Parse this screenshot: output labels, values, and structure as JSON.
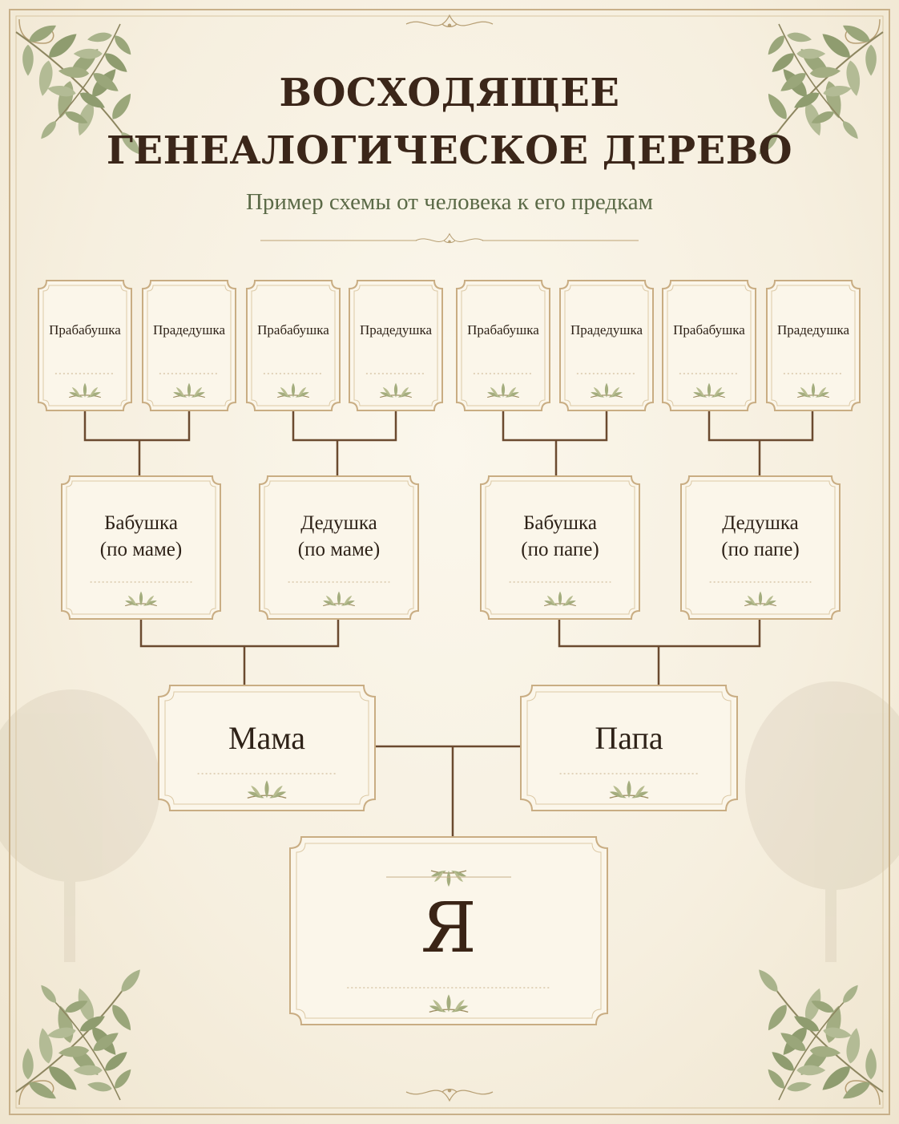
{
  "header": {
    "title_line1": "ВОСХОДЯЩЕЕ",
    "title_line2": "ГЕНЕАЛОГИЧЕСКОЕ ДЕРЕВО",
    "subtitle": "Пример схемы от человека к его предкам"
  },
  "tree": {
    "great_grandparents": [
      {
        "label": "Прабабушка"
      },
      {
        "label": "Прадедушка"
      },
      {
        "label": "Прабабушка"
      },
      {
        "label": "Прадедушка"
      },
      {
        "label": "Прабабушка"
      },
      {
        "label": "Прадедушка"
      },
      {
        "label": "Прабабушка"
      },
      {
        "label": "Прадедушка"
      }
    ],
    "grandparents": [
      {
        "line1": "Бабушка",
        "line2": "(по маме)"
      },
      {
        "line1": "Дедушка",
        "line2": "(по маме)"
      },
      {
        "line1": "Бабушка",
        "line2": "(по папе)"
      },
      {
        "line1": "Дедушка",
        "line2": "(по папе)"
      }
    ],
    "parents": [
      {
        "label": "Мама"
      },
      {
        "label": "Папа"
      }
    ],
    "self": {
      "label": "Я"
    }
  },
  "colors": {
    "background": "#f7f1e3",
    "card": "#fbf6ea",
    "border": "#c9ad83",
    "connector": "#6b4a2f",
    "title": "#3b2619",
    "subtitle": "#5b6a47",
    "leaf": "#8e9a6e"
  },
  "icons": [
    "laurel-sprig-icon",
    "flourish-ornament-icon",
    "olive-branch-icon"
  ]
}
